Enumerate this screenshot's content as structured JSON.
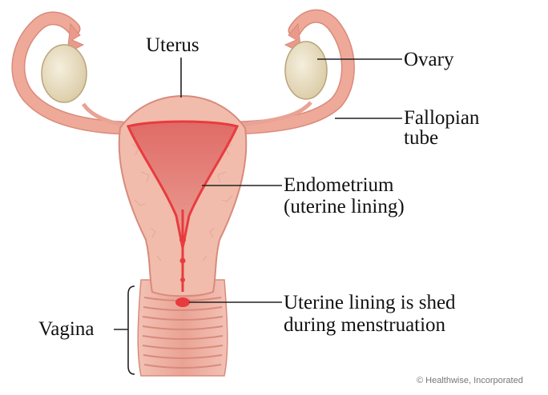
{
  "labels": {
    "uterus": "Uterus",
    "ovary": "Ovary",
    "fallopian_tube_line1": "Fallopian",
    "fallopian_tube_line2": "tube",
    "endometrium_line1": "Endometrium",
    "endometrium_line2": "(uterine lining)",
    "vagina": "Vagina",
    "shed_line1": "Uterine lining is shed",
    "shed_line2": "during menstruation"
  },
  "credit": "© Healthwise, Incorporated",
  "colors": {
    "tissue": "#f0b8a8",
    "tissue_dark": "#e28e80",
    "tube": "#eea798",
    "lining": "#e83b3f",
    "ovary": "#e8dcc0",
    "leader_line": "#222222"
  }
}
